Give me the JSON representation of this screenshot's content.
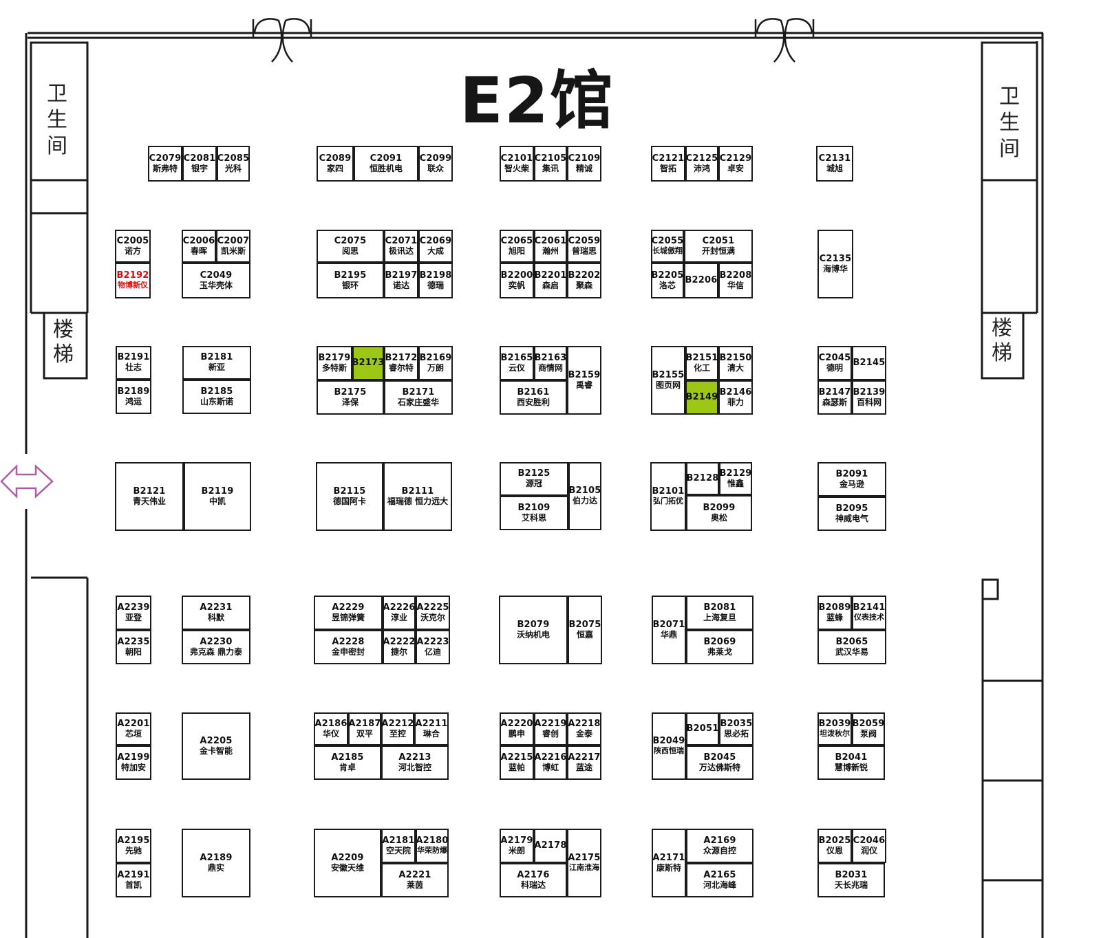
{
  "hall": {
    "title": "E2馆"
  },
  "facilities": {
    "restroom_left": "卫生间",
    "restroom_right": "卫生间",
    "stairs_left": "楼梯",
    "stairs_right": "楼梯"
  },
  "colors": {
    "highlight": "#9cc815",
    "accent_red": "#d01010",
    "arrow": "#b05aa8"
  },
  "booths": [
    {
      "code": "C2079",
      "name": "斯弗特"
    },
    {
      "code": "C2081",
      "name": "银宇"
    },
    {
      "code": "C2085",
      "name": "光科"
    },
    {
      "code": "C2089",
      "name": "家四"
    },
    {
      "code": "C2091",
      "name": "恒胜机电"
    },
    {
      "code": "C2099",
      "name": "联众"
    },
    {
      "code": "C2101",
      "name": "智火柴"
    },
    {
      "code": "C2105",
      "name": "集讯"
    },
    {
      "code": "C2109",
      "name": "精诚"
    },
    {
      "code": "C2121",
      "name": "智拓"
    },
    {
      "code": "C2125",
      "name": "沛鸿"
    },
    {
      "code": "C2129",
      "name": "卓安"
    },
    {
      "code": "C2131",
      "name": "城旭"
    },
    {
      "code": "C2005",
      "name": "诺方"
    },
    {
      "code": "B2192",
      "name": "物博新仪"
    },
    {
      "code": "C2006",
      "name": "春晖"
    },
    {
      "code": "C2007",
      "name": "凯米斯"
    },
    {
      "code": "C2049",
      "name": "玉华壳体"
    },
    {
      "code": "C2075",
      "name": "阅思"
    },
    {
      "code": "C2071",
      "name": "极讯达"
    },
    {
      "code": "C2069",
      "name": "大成"
    },
    {
      "code": "B2195",
      "name": "银环"
    },
    {
      "code": "B2197",
      "name": "诺达"
    },
    {
      "code": "B2198",
      "name": "德瑞"
    },
    {
      "code": "C2065",
      "name": "旭阳"
    },
    {
      "code": "C2061",
      "name": "瀚州"
    },
    {
      "code": "C2059",
      "name": "普瑞思"
    },
    {
      "code": "B2200",
      "name": "奕帆"
    },
    {
      "code": "B2201",
      "name": "森启"
    },
    {
      "code": "B2202",
      "name": "聚森"
    },
    {
      "code": "C2055",
      "name": "长城傲翔"
    },
    {
      "code": "C2051",
      "name": "开封恒满"
    },
    {
      "code": "B2205",
      "name": "洛芯"
    },
    {
      "code": "B2206",
      "name": ""
    },
    {
      "code": "B2208",
      "name": "华信"
    },
    {
      "code": "C2135",
      "name": "海博华"
    },
    {
      "code": "B2191",
      "name": "壮志"
    },
    {
      "code": "B2189",
      "name": "鸿运"
    },
    {
      "code": "B2181",
      "name": "新亚"
    },
    {
      "code": "B2185",
      "name": "山东斯诺"
    },
    {
      "code": "B2179",
      "name": "多特斯"
    },
    {
      "code": "B2173",
      "name": ""
    },
    {
      "code": "B2172",
      "name": "睿尔特"
    },
    {
      "code": "B2169",
      "name": "万朗"
    },
    {
      "code": "B2175",
      "name": "泽保"
    },
    {
      "code": "B2171",
      "name": "石家庄盛华"
    },
    {
      "code": "B2165",
      "name": "云仪"
    },
    {
      "code": "B2163",
      "name": "商情网"
    },
    {
      "code": "B2159",
      "name": "禹睿"
    },
    {
      "code": "B2161",
      "name": "西安胜利"
    },
    {
      "code": "B2155",
      "name": "图页网"
    },
    {
      "code": "B2151",
      "name": "化工"
    },
    {
      "code": "B2150",
      "name": "清大"
    },
    {
      "code": "B2149",
      "name": ""
    },
    {
      "code": "B2146",
      "name": "菲力"
    },
    {
      "code": "C2045",
      "name": "德明"
    },
    {
      "code": "B2145",
      "name": ""
    },
    {
      "code": "B2147",
      "name": "森瑟斯"
    },
    {
      "code": "B2139",
      "name": "百科网"
    },
    {
      "code": "B2121",
      "name": "青天伟业"
    },
    {
      "code": "B2119",
      "name": "中凯"
    },
    {
      "code": "B2115",
      "name": "德国阿卡"
    },
    {
      "code": "B2111",
      "name": "福瑞德 恒力远大"
    },
    {
      "code": "B2125",
      "name": "源冠"
    },
    {
      "code": "B2109",
      "name": "艾科思"
    },
    {
      "code": "B2105",
      "name": "伯力达"
    },
    {
      "code": "B2101",
      "name": "弘门拓优"
    },
    {
      "code": "B2128",
      "name": ""
    },
    {
      "code": "B2129",
      "name": "惟鑫"
    },
    {
      "code": "B2099",
      "name": "奥松"
    },
    {
      "code": "B2091",
      "name": "金马逊"
    },
    {
      "code": "B2095",
      "name": "神威电气"
    },
    {
      "code": "A2239",
      "name": "亚登"
    },
    {
      "code": "A2235",
      "name": "朝阳"
    },
    {
      "code": "A2231",
      "name": "科默"
    },
    {
      "code": "A2230",
      "name": "弗克森 鼎力泰"
    },
    {
      "code": "A2229",
      "name": "昱锦弹簧"
    },
    {
      "code": "A2226",
      "name": "淳业"
    },
    {
      "code": "A2225",
      "name": "沃克尔"
    },
    {
      "code": "A2228",
      "name": "金申密封"
    },
    {
      "code": "A2222",
      "name": "捷尔"
    },
    {
      "code": "A2223",
      "name": "亿迪"
    },
    {
      "code": "B2079",
      "name": "沃纳机电"
    },
    {
      "code": "B2075",
      "name": "恒嘉"
    },
    {
      "code": "B2071",
      "name": "华鼎"
    },
    {
      "code": "B2081",
      "name": "上海复旦"
    },
    {
      "code": "B2069",
      "name": "弗莱戈"
    },
    {
      "code": "B2089",
      "name": "蓝蜂"
    },
    {
      "code": "B2141",
      "name": "仪表技术"
    },
    {
      "code": "B2065",
      "name": "武汉华易"
    },
    {
      "code": "A2201",
      "name": "芯垣"
    },
    {
      "code": "A2199",
      "name": "特加安"
    },
    {
      "code": "A2205",
      "name": "金卡智能"
    },
    {
      "code": "A2186",
      "name": "华仪"
    },
    {
      "code": "A2187",
      "name": "双平"
    },
    {
      "code": "A2212",
      "name": "至控"
    },
    {
      "code": "A2211",
      "name": "琳合"
    },
    {
      "code": "A2185",
      "name": "肯卓"
    },
    {
      "code": "A2213",
      "name": "河北智控"
    },
    {
      "code": "A2220",
      "name": "鹏申"
    },
    {
      "code": "A2219",
      "name": "睿创"
    },
    {
      "code": "A2218",
      "name": "金泰"
    },
    {
      "code": "A2215",
      "name": "蓝帕"
    },
    {
      "code": "A2216",
      "name": "博虹"
    },
    {
      "code": "A2217",
      "name": "蓝途"
    },
    {
      "code": "B2049",
      "name": "陕西恒瑞"
    },
    {
      "code": "B2051",
      "name": ""
    },
    {
      "code": "B2035",
      "name": "思必拓"
    },
    {
      "code": "B2045",
      "name": "万达佛斯特"
    },
    {
      "code": "B2039",
      "name": "坦泼秋尔"
    },
    {
      "code": "B2059",
      "name": "泵阀"
    },
    {
      "code": "B2041",
      "name": "慧博新锐"
    },
    {
      "code": "A2195",
      "name": "先驰"
    },
    {
      "code": "A2191",
      "name": "首凯"
    },
    {
      "code": "A2189",
      "name": "鼎实"
    },
    {
      "code": "A2209",
      "name": "安徽天维"
    },
    {
      "code": "A2181",
      "name": "空天院"
    },
    {
      "code": "A2180",
      "name": "华荣防爆"
    },
    {
      "code": "A2221",
      "name": "莱茵"
    },
    {
      "code": "A2179",
      "name": "米朗"
    },
    {
      "code": "A2178",
      "name": ""
    },
    {
      "code": "A2176",
      "name": "科瑞达"
    },
    {
      "code": "A2175",
      "name": "江南淮海"
    },
    {
      "code": "A2171",
      "name": "康斯特"
    },
    {
      "code": "A2169",
      "name": "众源自控"
    },
    {
      "code": "A2165",
      "name": "河北海峰"
    },
    {
      "code": "B2025",
      "name": "仪恩"
    },
    {
      "code": "C2046",
      "name": "润仪"
    },
    {
      "code": "B2031",
      "name": "天长兆瑞"
    }
  ]
}
